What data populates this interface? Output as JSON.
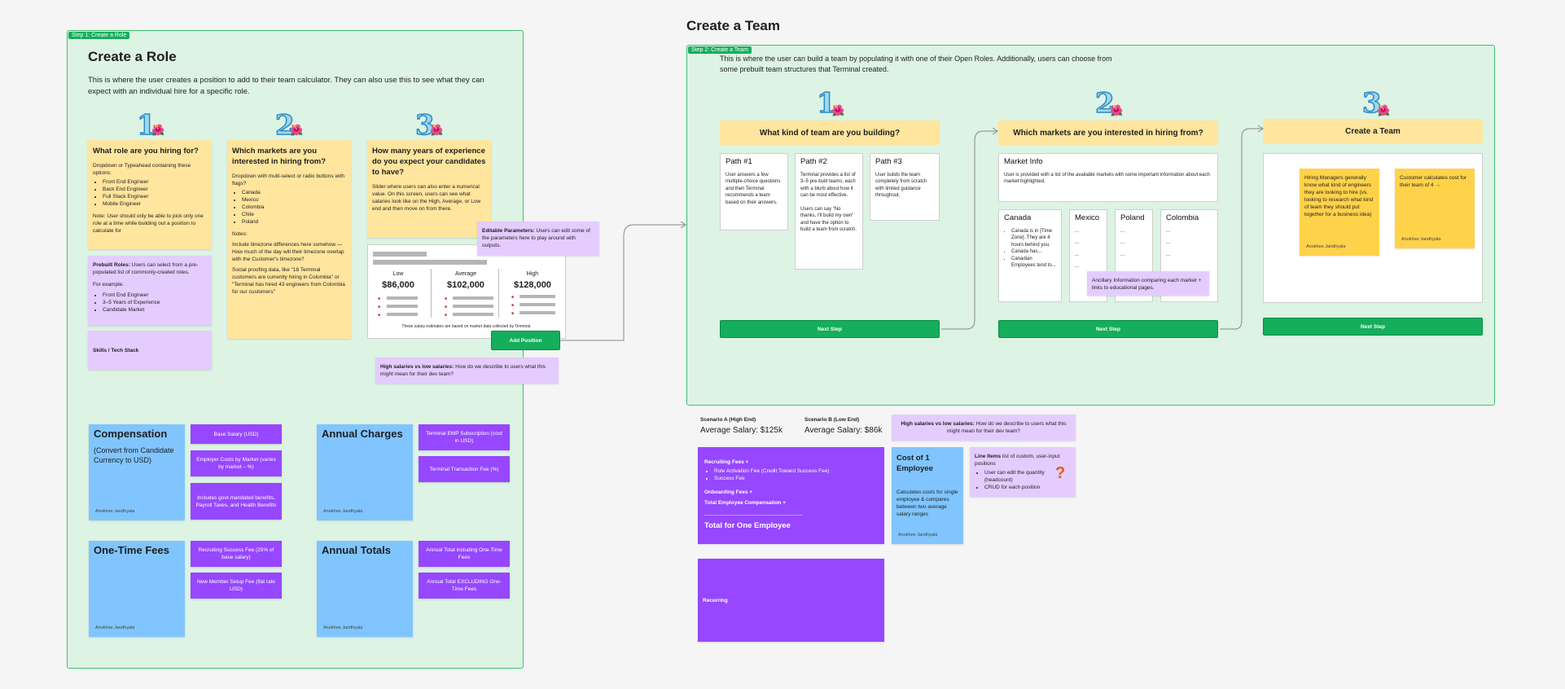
{
  "step1": {
    "tag": "Step 1: Create a Role",
    "title": "Create a Role",
    "desc": "This is where the user creates a position to add to their team calculator. They can also use this to see what they can expect with an individual hire for a specific role.",
    "q1": {
      "title": "What role are you hiring for?",
      "intro": "Dropdown or Typeahead containing these options:",
      "items": [
        "Front End Engineer",
        "Back End Engineer",
        "Full Stack Engineer",
        "Mobile Engineer"
      ],
      "note": "Note: User should only be able to pick only one role at a time while building out a position to calculate for"
    },
    "q2": {
      "title": "Which markets are you interested in hiring from?",
      "intro": "Dropdown with multi-select or radio buttons with flags?",
      "items": [
        "Canada",
        "Mexico",
        "Colombia",
        "Chile",
        "Poland"
      ],
      "notes_label": "Notes:",
      "note1": "Include timezone differences here somehow — How much of the day will their timezone overlap with the Customer's timezone?",
      "note2": "Social proofing data, like \"18 Terminal customers are currently hiring in Colombia\" or \"Terminal has hired 43 engineers from Colombia for our customers\""
    },
    "q3": {
      "title": "How many years of experience do you expect your candidates to have?",
      "desc": "Slider where users can also enter a numerical value. On this screen, users can see what salaries look like on the High, Average, or Low end and then move on from there."
    },
    "prebuilt": {
      "label": "Prebuilt Roles:",
      "text": " Users can select from a pre-populated list of commonly-created roles.",
      "example": "For example:",
      "items": [
        "Front End Engineer",
        "3–5 Years of Experience",
        "Candidate Market"
      ]
    },
    "skills": "Skills / Tech Stack",
    "editable": {
      "label": "Editable Parameters:",
      "text": " Users can edit some of the parameters here to play around with outputs."
    },
    "salary": {
      "cols": [
        {
          "label": "Low",
          "value": "$86,000"
        },
        {
          "label": "Average",
          "value": "$102,000"
        },
        {
          "label": "High",
          "value": "$128,000"
        }
      ],
      "footnote": "These salary estimates are based on market data collected by Terminal."
    },
    "add_position": "Add Position",
    "high_low": {
      "label": "High salaries vs low salaries:",
      "text": " How do we describe to users what this might mean for their dev team?"
    }
  },
  "cost": {
    "compensation": {
      "title": "Compensation",
      "sub": "(Convert from Candidate Currency to USD)",
      "author": "Anokhee Jandhyala",
      "pills": [
        "Base Salary (USD)",
        "Employer Costs by Market (varies by market – %)",
        "Includes govt-mandated benefits, Payroll Taxes, and Health Benefits"
      ]
    },
    "annual_charges": {
      "title": "Annual Charges",
      "author": "Anokhee Jandhyala",
      "pills": [
        "Terminal EMP Subscription (cost in USD)",
        "Terminal Transaction Fee (%)"
      ]
    },
    "one_time": {
      "title": "One-Time Fees",
      "author": "Anokhee Jandhyala",
      "pills": [
        "Recruiting Success Fee (25% of base salary)",
        "New Member Setup Fee (flat rate USD)"
      ]
    },
    "annual_totals": {
      "title": "Annual Totals",
      "author": "Anokhee Jandhyala",
      "pills": [
        "Annual Total including One-Time Fees",
        "Annual Total EXCLUDING One-Time Fees"
      ]
    }
  },
  "step2": {
    "heading": "Create a Team",
    "tag": "Step 2: Create a Team",
    "desc": "This is where the user can build a team by populating it with one of their Open Roles. Additionally, users can choose from some prebuilt team structures that Terminal created.",
    "q1": "What kind of team are you building?",
    "q2": "Which markets are you interested in hiring from?",
    "q3": "Create a Team",
    "paths": [
      {
        "title": "Path #1",
        "text": "User answers a few multiple-choice questions and then Terminal recommends a team based on their answers."
      },
      {
        "title": "Path #2",
        "text": "Terminal provides a list of 3–5 pre-built teams, each with a blurb about how it can be most effective.",
        "text2": "Users can say \"No thanks, I'll build my own\" and have the option to build a team from scratch."
      },
      {
        "title": "Path #3",
        "text": "User builds the team completely from scratch with limited guidance throughout."
      }
    ],
    "market_info": {
      "title": "Market Info",
      "text": "User is provided with a list of the available markets with some important information about each market highlighted."
    },
    "canada": {
      "title": "Canada",
      "items": [
        "Canada is in {Time Zone}. They are 4 hours behind you.",
        "Canada has...",
        "Canadian Employees tend to..."
      ]
    },
    "mexico": {
      "title": "Mexico",
      "items": [
        "...",
        "...",
        "...",
        "..."
      ]
    },
    "poland": {
      "title": "Poland",
      "items": [
        "...",
        "...",
        "..."
      ]
    },
    "colombia": {
      "title": "Colombia",
      "items": [
        "...",
        "...",
        "..."
      ]
    },
    "ancillary": "Ancillary Information comparing each market + links to educational pages.",
    "hiring_managers": {
      "text": "Hiring Managers generally know what kind of engineers they are looking to hire (vs. looking to research what kind of team they should put together for a business idea)",
      "author": "Anokhee Jandhyala"
    },
    "customer_calc": {
      "text": "Customer calculates cost for their team of 4 →",
      "author": "Anokhee Jandhyala"
    },
    "next": "Next Step"
  },
  "bottom": {
    "scenario_a": {
      "label": "Scenario A (High End)",
      "value": "Average Salary: $125k"
    },
    "scenario_b": {
      "label": "Scenario B (Low End)",
      "value": "Average Salary: $86k"
    },
    "high_low": {
      "label": "High salaries vs low salaries:",
      "text": " How do we describe to users what this might mean for their dev team?"
    },
    "fees": {
      "recurring": "Recruiting Fees +",
      "items": [
        "Role Activation Fee (Credit Toward Success Fee)",
        "Success Fee"
      ],
      "onboarding": "Onboarding Fees +",
      "total_comp": "Total Employee Compensation +",
      "divider": "--------------------------------------------------------",
      "total": "Total for One Employee"
    },
    "cost_one": {
      "title": "Cost of 1 Employee",
      "text": "Calculates costs for single employee & compares between two average salary ranges",
      "author": "Anokhee Jandhyala"
    },
    "line_items": {
      "label": "Line Items",
      "text": " list of custom, user-input positions",
      "items": [
        "User can edit the quantity (headcount)",
        "CRUD for each position"
      ]
    },
    "recurring": "Recurring"
  },
  "colors": {
    "section_bg": "#ddf3e4",
    "accent": "#14ae5c",
    "sticky_yellow": "#ffe59e",
    "sticky_purple": "#9747ff",
    "sticky_blue": "#80c5ff",
    "sticky_lavender": "#e4ccff"
  }
}
